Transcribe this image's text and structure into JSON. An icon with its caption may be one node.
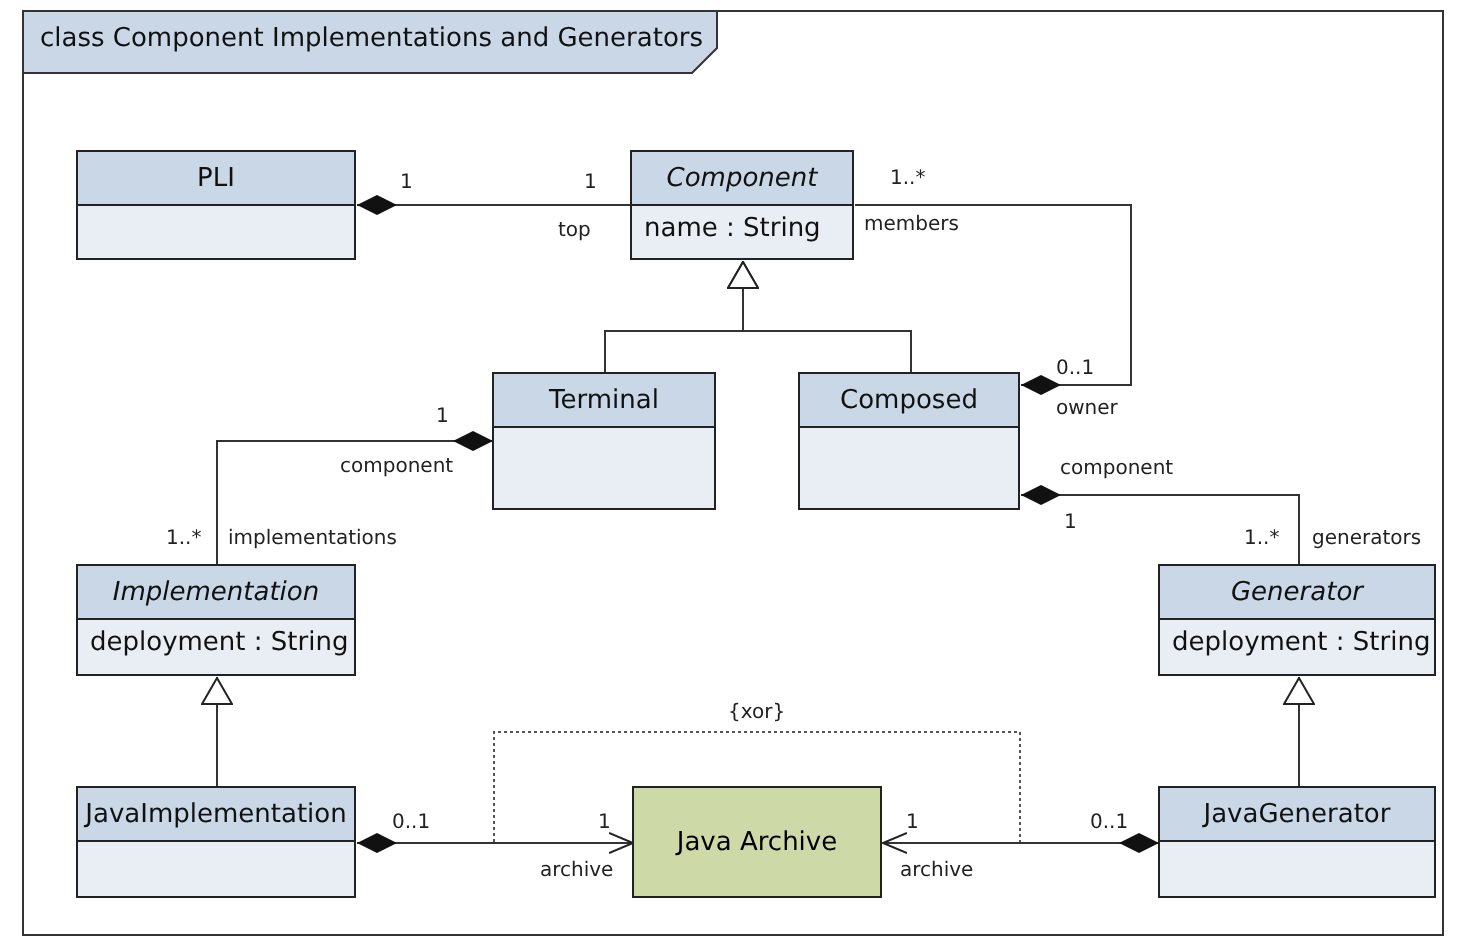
{
  "diagram": {
    "title": "class Component Implementations and Generators",
    "nodes": [
      {
        "text": [
          "PLI"
        ]
      },
      {
        "text": [
          "Component",
          "name : String"
        ]
      },
      {
        "text": [
          "Terminal"
        ]
      },
      {
        "text": [
          "Composed"
        ]
      },
      {
        "text": [
          "Implementation",
          "deployment : String"
        ]
      },
      {
        "text": [
          "Generator",
          "deployment : String"
        ]
      },
      {
        "text": [
          "JavaImplementation"
        ]
      },
      {
        "text": [
          "Java Archive"
        ]
      },
      {
        "text": [
          "JavaGenerator"
        ]
      }
    ],
    "edges": [
      {
        "from": 0,
        "to": 1,
        "arrow": "other"
      },
      {
        "from": 2,
        "to": 1,
        "arrow": "to"
      },
      {
        "from": 3,
        "to": 1,
        "arrow": "to"
      },
      {
        "from": 3,
        "to": 1,
        "arrow": "other"
      },
      {
        "from": 2,
        "to": 4,
        "arrow": "other"
      },
      {
        "from": 3,
        "to": 5,
        "arrow": "other"
      },
      {
        "from": 6,
        "to": 4,
        "arrow": "to"
      },
      {
        "from": 8,
        "to": 5,
        "arrow": "to"
      },
      {
        "from": 6,
        "to": 7,
        "arrow": "to"
      },
      {
        "from": 8,
        "to": 7,
        "arrow": "to"
      }
    ],
    "labels": [
      "1",
      "1",
      "1..*",
      "top",
      "members",
      "0..1",
      "1",
      "owner",
      "component",
      "component",
      "1",
      "1..*",
      "implementations",
      "1..*",
      "generators",
      "{xor}",
      "0..1",
      "1",
      "1",
      "0..1",
      "archive",
      "archive"
    ]
  }
}
